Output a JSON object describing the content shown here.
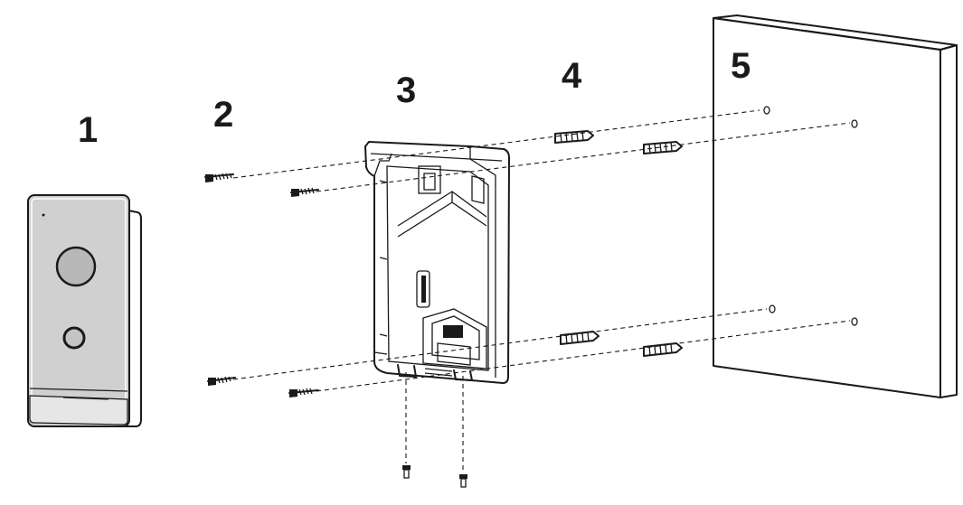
{
  "part_labels": [
    "1",
    "2",
    "3",
    "4",
    "5"
  ],
  "colors": {
    "line": "#1a1a1a",
    "background": "#ffffff",
    "device_face": "#cfcfcf",
    "device_edge": "#3a3a3a",
    "bracket_fill": "#ffffff",
    "wall_fill": "#ffffff"
  },
  "components": [
    "door-station-device",
    "mounting-screws",
    "mounting-bracket",
    "wall-anchors",
    "wall"
  ]
}
